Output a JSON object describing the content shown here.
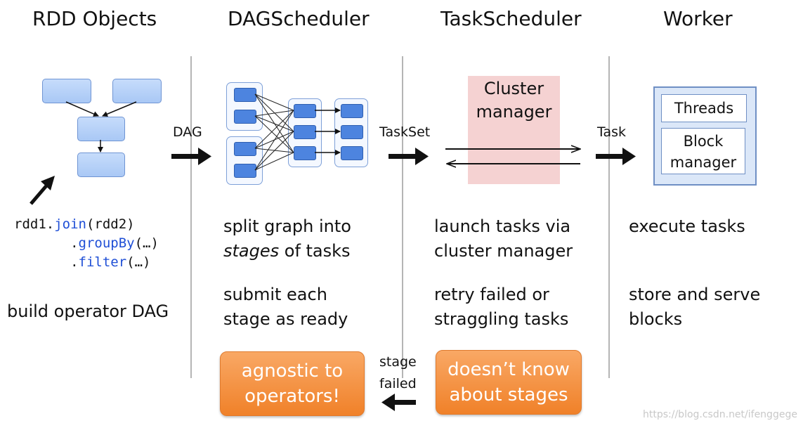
{
  "headers": {
    "rdd": "RDD Objects",
    "dag": "DAGScheduler",
    "task": "TaskScheduler",
    "worker": "Worker"
  },
  "arrow_labels": {
    "dag": "DAG",
    "taskset": "TaskSet",
    "task": "Task",
    "stage_failed_1": "stage",
    "stage_failed_2": "failed"
  },
  "rdd_code": {
    "line1_obj": "rdd1.",
    "line1_fn": "join",
    "line1_arg": "(rdd2)",
    "line2_dot": ".",
    "line2_fn": "groupBy",
    "line2_arg": "(…)",
    "line3_dot": ".",
    "line3_fn": "filter",
    "line3_arg": "(…)"
  },
  "rdd_desc": "build operator DAG",
  "dag_desc": {
    "line1": "split graph into",
    "line2_em": "stages",
    "line2_rest": " of tasks",
    "line3": "submit each",
    "line4": "stage as ready"
  },
  "task_desc": {
    "line1": "launch tasks via",
    "line2": "cluster manager",
    "line3": "retry failed or",
    "line4": "straggling tasks"
  },
  "worker_desc": {
    "line1": "execute tasks",
    "line2": "store and serve",
    "line3": "blocks"
  },
  "cluster": {
    "line1": "Cluster",
    "line2": "manager"
  },
  "worker_box": {
    "threads": "Threads",
    "block1": "Block",
    "block2": "manager"
  },
  "callouts": {
    "dag_1": "agnostic to",
    "dag_2": "operators!",
    "task_1": "doesn’t know",
    "task_2": "about stages"
  },
  "watermark": "https://blog.csdn.net/ifenggege",
  "colors": {
    "node_blue": "#4d84df",
    "callout_orange": "#f08129",
    "cluster_pink": "#f5d2d2"
  }
}
